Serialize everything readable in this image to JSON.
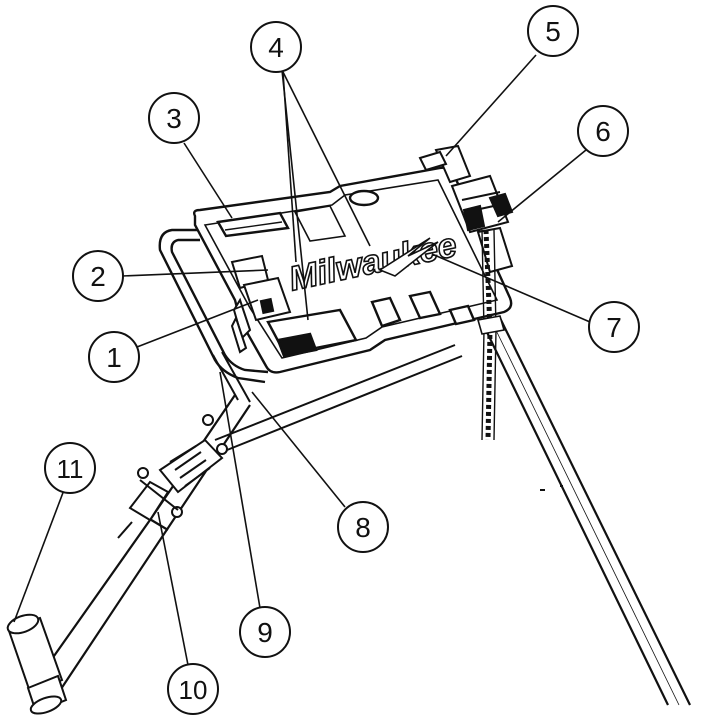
{
  "diagram": {
    "brand_logo_text": "Milwaukee",
    "callouts": [
      {
        "id": "1",
        "label": "1"
      },
      {
        "id": "2",
        "label": "2"
      },
      {
        "id": "3",
        "label": "3"
      },
      {
        "id": "4",
        "label": "4"
      },
      {
        "id": "5",
        "label": "5"
      },
      {
        "id": "6",
        "label": "6"
      },
      {
        "id": "7",
        "label": "7"
      },
      {
        "id": "8",
        "label": "8"
      },
      {
        "id": "9",
        "label": "9"
      },
      {
        "id": "10",
        "label": "10"
      },
      {
        "id": "11",
        "label": "11"
      }
    ]
  }
}
